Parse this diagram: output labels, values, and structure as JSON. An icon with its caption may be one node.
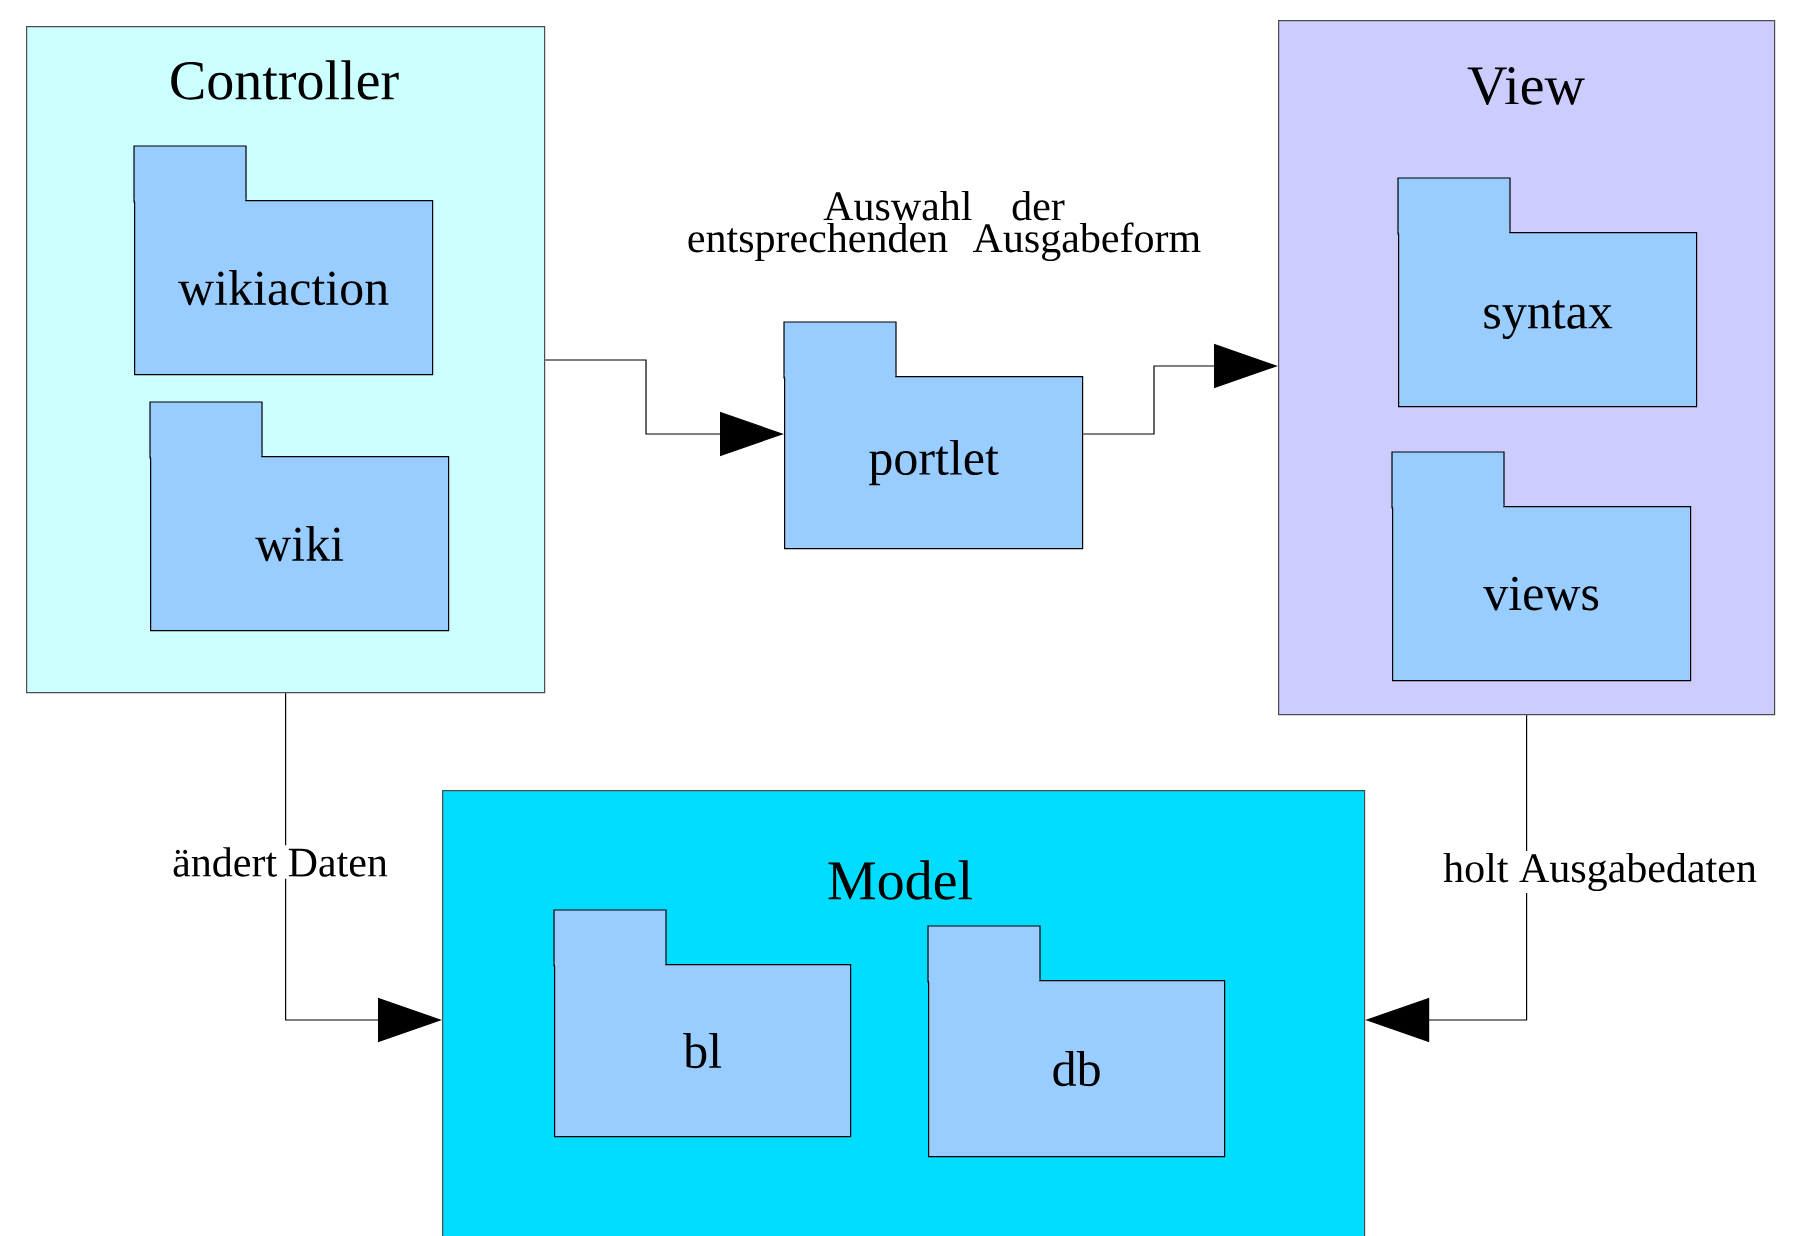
{
  "diagram": {
    "nodes": [
      {
        "text": [
          "Controller"
        ]
      },
      {
        "text": [
          "wikiaction"
        ],
        "in": 0
      },
      {
        "text": [
          "wiki"
        ],
        "in": 0
      },
      {
        "text": [
          "portlet"
        ],
        "beside": [
          "Auswahl der entsprechenden Ausgabeform"
        ]
      },
      {
        "text": [
          "View"
        ]
      },
      {
        "text": [
          "syntax"
        ],
        "in": 4
      },
      {
        "text": [
          "views"
        ],
        "in": 4
      },
      {
        "text": [
          "Model"
        ]
      },
      {
        "text": [
          "bl"
        ],
        "in": 7
      },
      {
        "text": [
          "db"
        ],
        "in": 7
      }
    ],
    "edges": [
      {
        "from": 0,
        "to": 3,
        "arrow": "to"
      },
      {
        "from": 3,
        "to": 4,
        "arrow": "to"
      },
      {
        "from": 0,
        "to": 7,
        "arrow": "to",
        "label": "ändert Daten"
      },
      {
        "from": 4,
        "to": 7,
        "arrow": "to",
        "label": "holt Ausgabedaten"
      }
    ]
  }
}
